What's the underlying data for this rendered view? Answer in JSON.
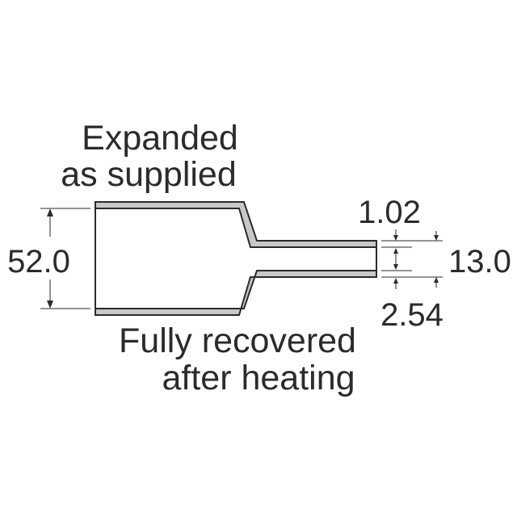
{
  "labels": {
    "expanded_line1": "Expanded",
    "expanded_line2": "as supplied",
    "recovered_line1": "Fully recovered",
    "recovered_line2": "after heating"
  },
  "dimensions": {
    "expanded_diameter": "52.0",
    "recovered_diameter": "13.0",
    "recovered_wall": "1.02",
    "expanded_wall": "2.54"
  },
  "colors": {
    "line": "#2b2b2b",
    "wall_fill": "#c8c8c8"
  }
}
